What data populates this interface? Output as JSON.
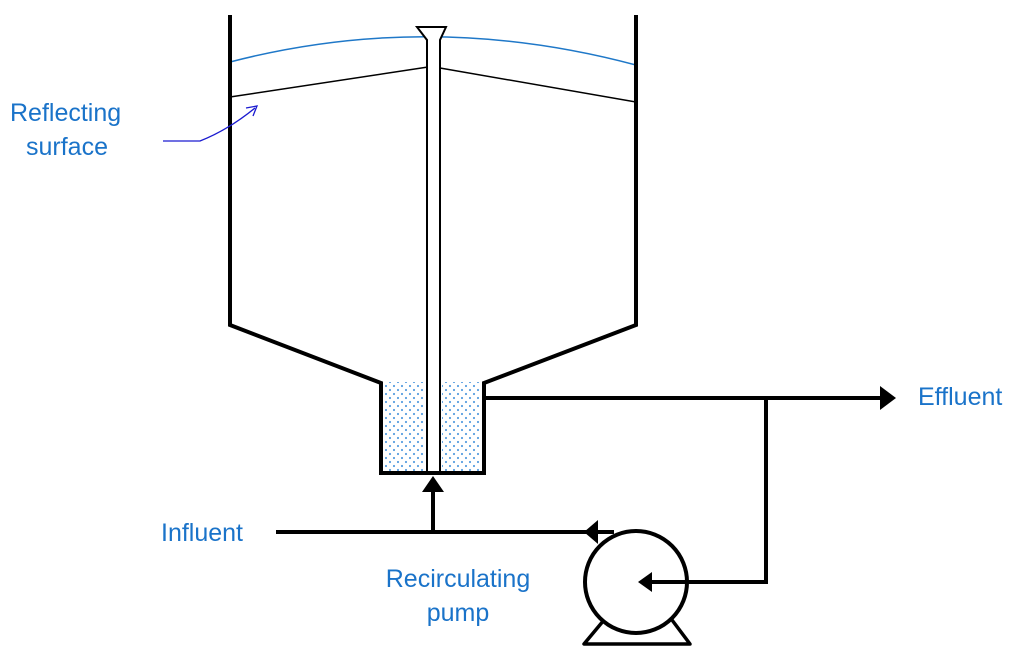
{
  "labels": {
    "reflecting_surface": [
      "Reflecting",
      "surface"
    ],
    "effluent": "Effluent",
    "influent": "Influent",
    "recirculating_pump": [
      "Recirculating",
      "pump"
    ]
  },
  "colors": {
    "label_text": "#1a73c9",
    "outline": "#000000",
    "water_surface": "#1f78c8",
    "reflecting_arrow": "#1a1ad0",
    "media_dots": "#5a9fe0"
  }
}
